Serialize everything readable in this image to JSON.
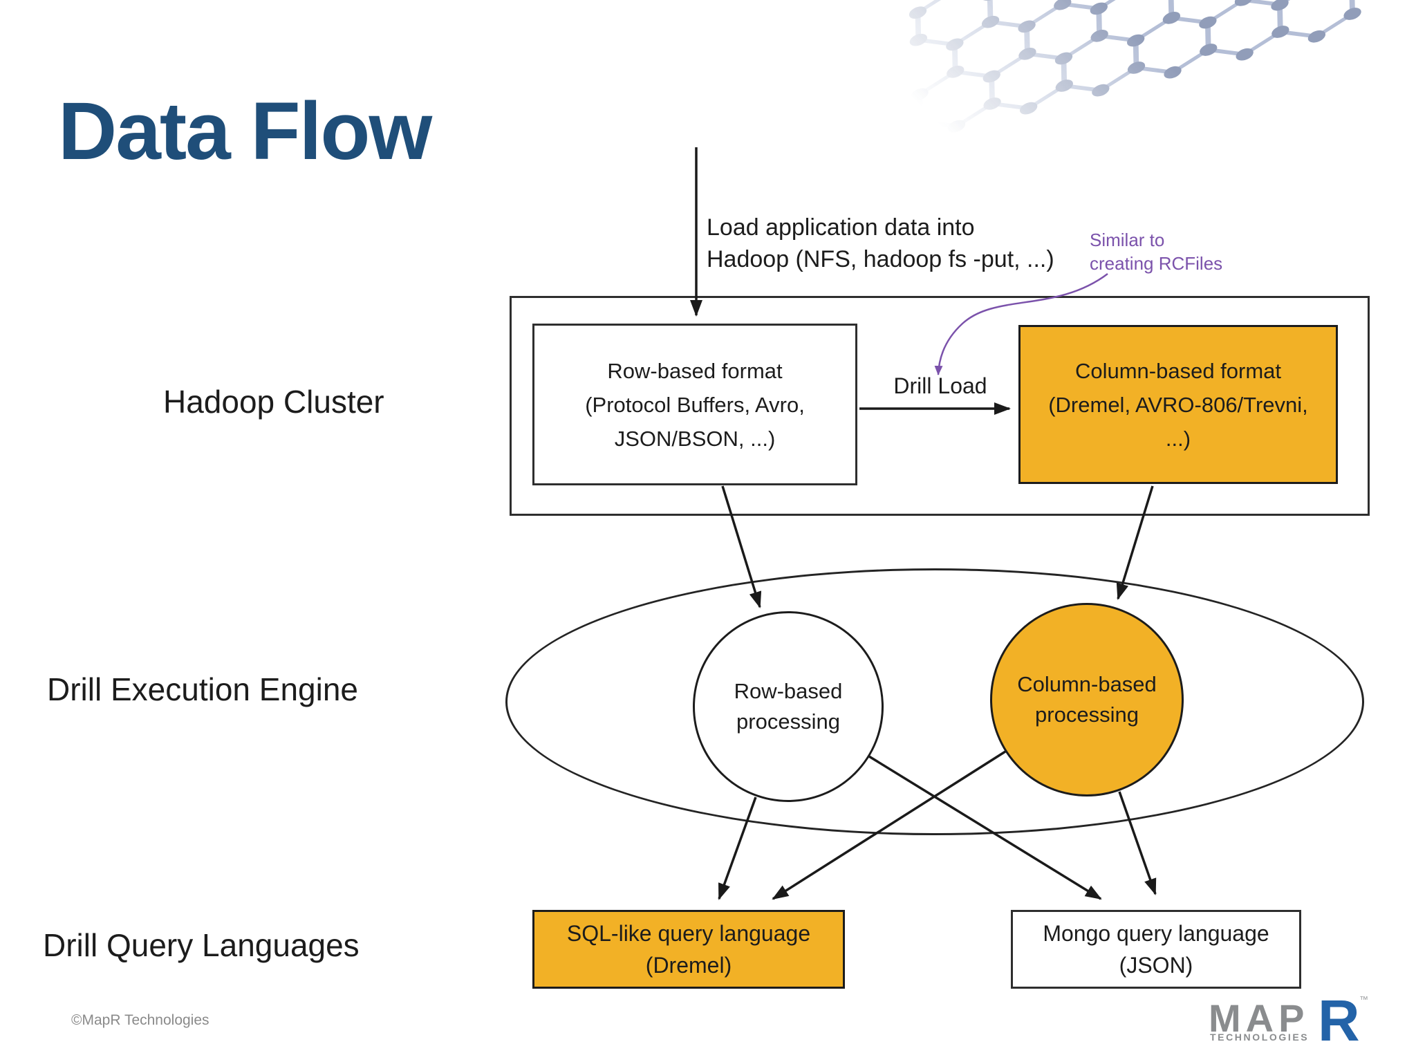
{
  "title": "Data Flow",
  "colors": {
    "title_blue": "#1F4E79",
    "accent_orange": "#F2B126",
    "note_purple": "#7B52AB",
    "line_black": "#1a1a1a",
    "logo_gray": "#8A8C8E",
    "logo_blue": "#2363A8"
  },
  "labels": {
    "hadoop_cluster": "Hadoop Cluster",
    "drill_execution_engine": "Drill Execution Engine",
    "drill_query_languages": "Drill Query Languages"
  },
  "annotations": {
    "load": [
      "Load application data into",
      "Hadoop (NFS, hadoop fs -put, ...)"
    ],
    "similar": [
      "Similar to",
      "creating RCFiles"
    ],
    "drill_load": "Drill Load"
  },
  "nodes": {
    "row_format": [
      "Row-based format",
      "(Protocol Buffers, Avro,",
      "JSON/BSON, ...)"
    ],
    "column_format": [
      "Column-based format",
      "(Dremel, AVRO-806/Trevni,",
      "...)"
    ],
    "row_processing": [
      "Row-based",
      "processing"
    ],
    "column_processing": [
      "Column-based",
      "processing"
    ],
    "sql_query": [
      "SQL-like query language",
      "(Dremel)"
    ],
    "mongo_query": [
      "Mongo query language",
      "(JSON)"
    ]
  },
  "footer": {
    "copyright": "©MapR Technologies"
  },
  "logo": {
    "map": "MAP",
    "r": "R",
    "tm": "™",
    "sub": "TECHNOLOGIES"
  }
}
